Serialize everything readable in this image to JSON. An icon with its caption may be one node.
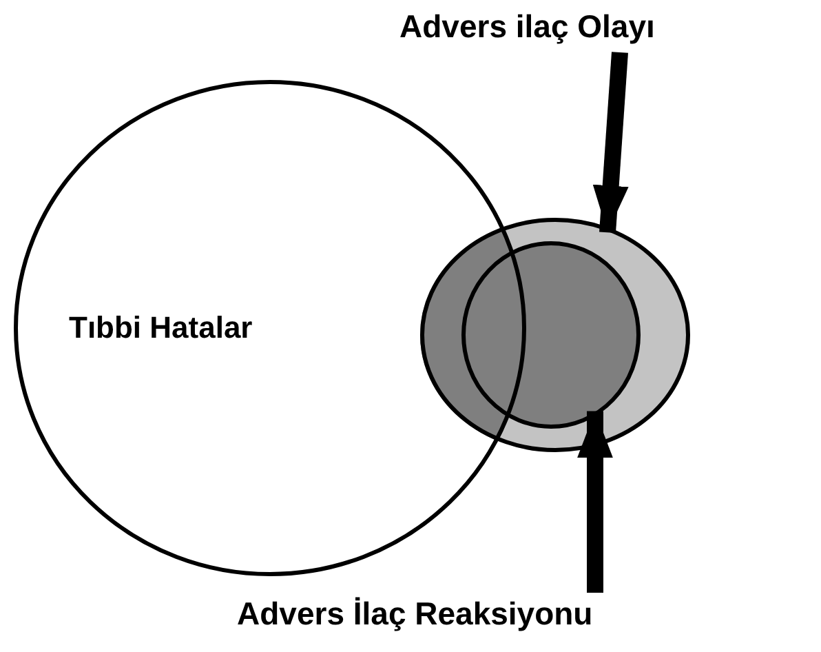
{
  "diagram": {
    "nodes": [
      {
        "text": [
          "Tıbbi Hatalar"
        ]
      },
      {
        "text": [],
        "shape": "circle"
      },
      {
        "text": [],
        "shape": "circle",
        "in": 1
      },
      {
        "text": [
          "Advers ilaç Olayı"
        ]
      },
      {
        "text": [
          "Advers İlaç Reaksiyonu"
        ]
      }
    ],
    "edges": [
      {
        "from": 3,
        "to": 1,
        "arrow": "to"
      },
      {
        "from": 4,
        "to": 2,
        "arrow": "to"
      }
    ]
  }
}
